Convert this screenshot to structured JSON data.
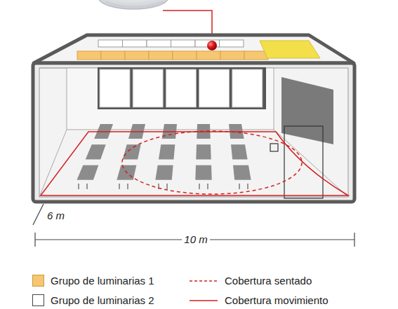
{
  "diagram": {
    "labels": [
      "6 m",
      "10 m"
    ],
    "legend": [
      {
        "text": "Grupo de luminarias 1",
        "color": "#f6c770"
      },
      {
        "text": "Grupo de luminarias 2",
        "color": "#ffffff"
      },
      {
        "text": "Cobertura sentado"
      },
      {
        "text": "Cobertura movimiento"
      }
    ]
  }
}
